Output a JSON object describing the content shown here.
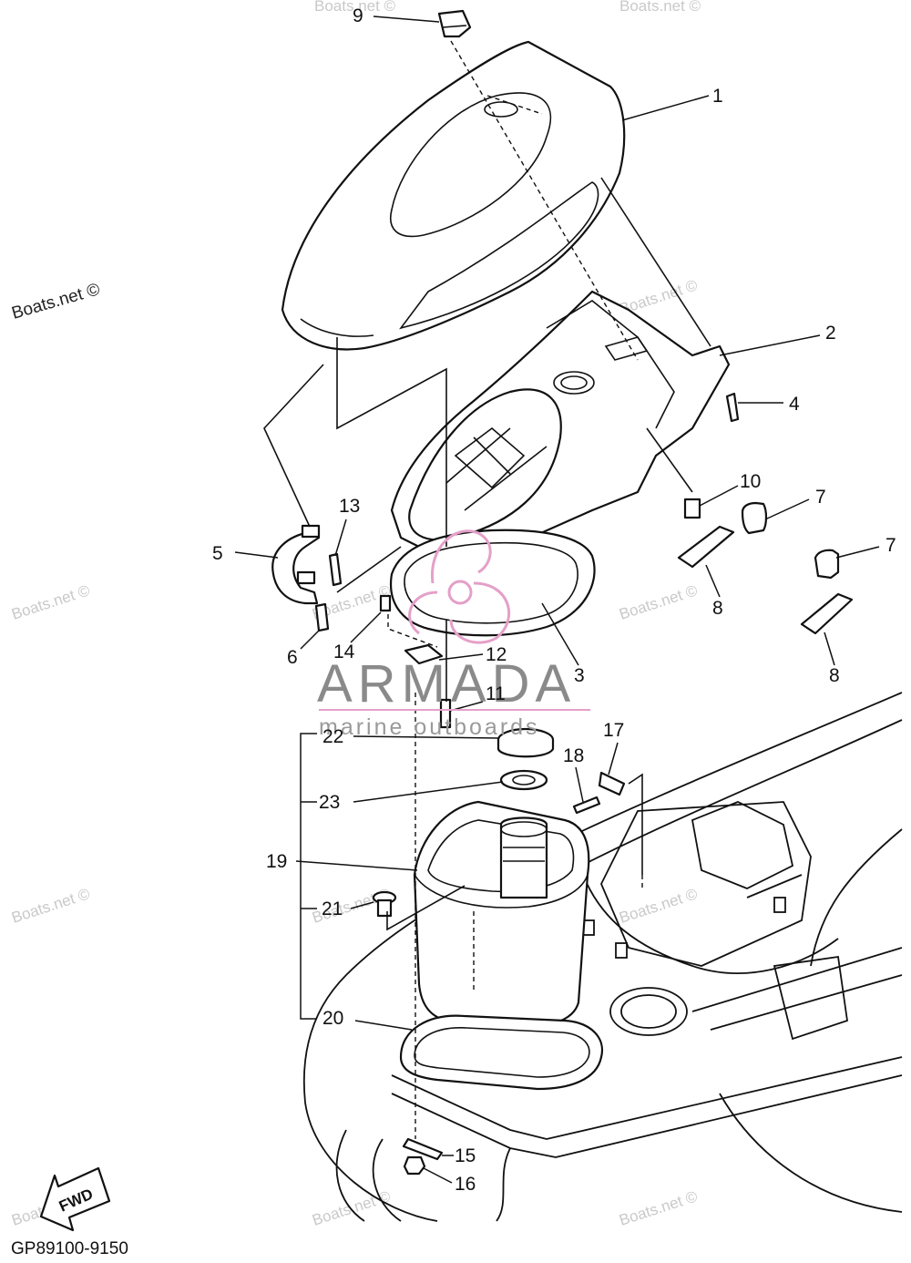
{
  "diagram": {
    "code": "GP89100-9150",
    "fwd_label": "FWD",
    "callouts": [
      {
        "id": "c1",
        "text": "1"
      },
      {
        "id": "c2",
        "text": "2"
      },
      {
        "id": "c3",
        "text": "3"
      },
      {
        "id": "c4",
        "text": "4"
      },
      {
        "id": "c5",
        "text": "5"
      },
      {
        "id": "c6",
        "text": "6"
      },
      {
        "id": "c7a",
        "text": "7"
      },
      {
        "id": "c7b",
        "text": "7"
      },
      {
        "id": "c8a",
        "text": "8"
      },
      {
        "id": "c8b",
        "text": "8"
      },
      {
        "id": "c9",
        "text": "9"
      },
      {
        "id": "c10",
        "text": "10"
      },
      {
        "id": "c11",
        "text": "11"
      },
      {
        "id": "c12",
        "text": "12"
      },
      {
        "id": "c13",
        "text": "13"
      },
      {
        "id": "c14",
        "text": "14"
      },
      {
        "id": "c15",
        "text": "15"
      },
      {
        "id": "c16",
        "text": "16"
      },
      {
        "id": "c17",
        "text": "17"
      },
      {
        "id": "c18",
        "text": "18"
      },
      {
        "id": "c19",
        "text": "19"
      },
      {
        "id": "c20",
        "text": "20"
      },
      {
        "id": "c21",
        "text": "21"
      },
      {
        "id": "c22",
        "text": "22"
      },
      {
        "id": "c23",
        "text": "23"
      }
    ]
  },
  "watermark": {
    "site": "Boats.net ©",
    "brand": "ARMADA",
    "brand_sub": "marine outboards",
    "brand_color": "#e4a0c8"
  }
}
